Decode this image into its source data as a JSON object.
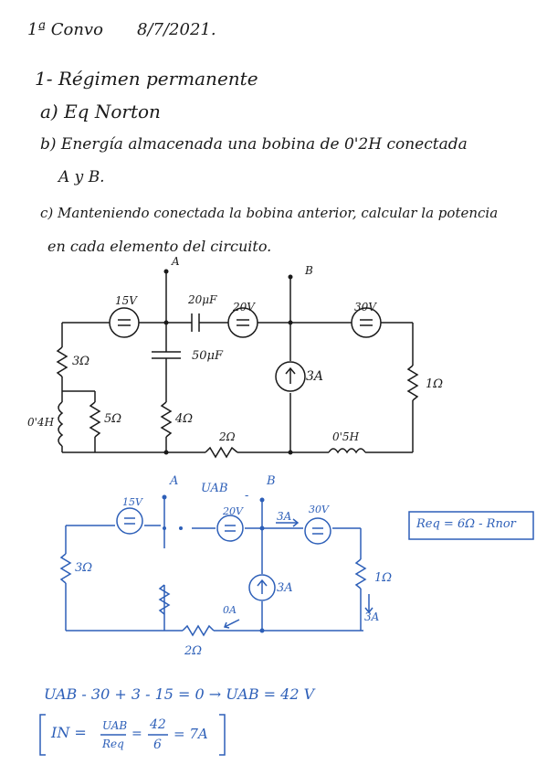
{
  "header": {
    "convo": "1ª Convo",
    "date": "8/7/2021."
  },
  "problem": {
    "title": "1- Régimen permanente",
    "part_a": "a) Eq Norton",
    "part_b_line1": "b) Energía almacenada una bobina de 0'2H conectada",
    "part_b_line2": "A y B.",
    "part_c_line1": "c) Manteniendo conectada la bobina anterior, calcular la potencia",
    "part_c_line2": "en cada elemento del circuito."
  },
  "circuit1": {
    "node_a": "A",
    "node_b": "B",
    "v1": "15V",
    "c1": "20μF",
    "v2": "20V",
    "v3": "30V",
    "c2": "50μF",
    "i1": "3A",
    "r1": "3Ω",
    "r2": "5Ω",
    "r3": "4Ω",
    "r4": "2Ω",
    "r5": "1Ω",
    "l1": "0'4H",
    "l2": "0'5H",
    "plus": "+"
  },
  "circuit2": {
    "node_a": "A",
    "node_b": "B",
    "uab": "UAB",
    "minus": "-",
    "v1": "15V",
    "v2": "20V",
    "v3": "30V",
    "i_arrow": "3A",
    "i_src": "3A",
    "r1": "3Ω",
    "r2": "2Ω",
    "r3": "1Ω",
    "i_r3": "3A",
    "i_zero": "0A",
    "plus": "+"
  },
  "req_box": "Req = 6Ω - Rnor",
  "equations": {
    "kvl": "UAB - 30 + 3 - 15 = 0 → UAB = 42 V",
    "in_lhs": "IN =",
    "in_num1": "UAB",
    "in_den1": "Req",
    "in_eq1": "=",
    "in_num2": "42",
    "in_den2": "6",
    "in_res": "= 7A"
  }
}
